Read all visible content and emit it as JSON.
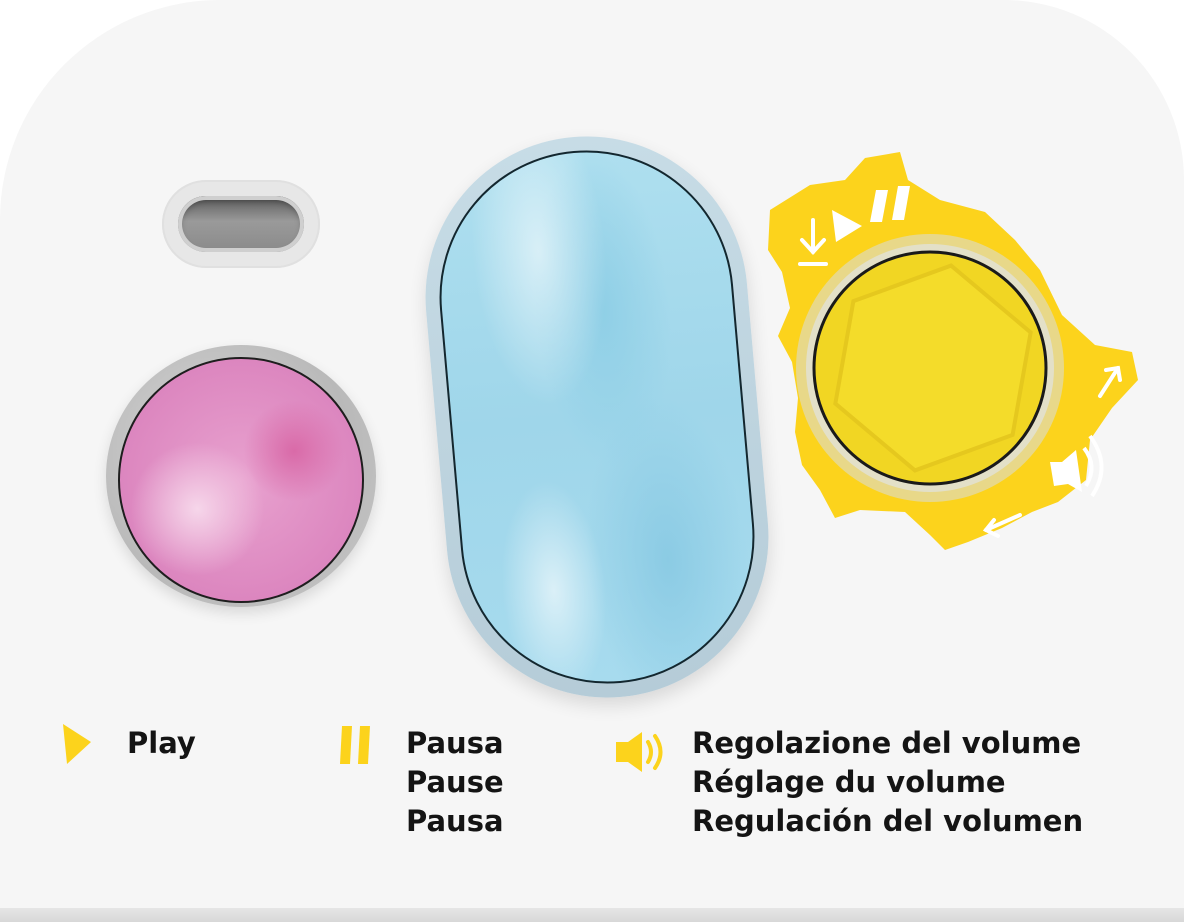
{
  "legend": {
    "play": {
      "icon": "play-icon",
      "label": "Play"
    },
    "pause": {
      "icon": "pause-icon",
      "lines": [
        "Pausa",
        "Pause",
        "Pausa"
      ]
    },
    "volume": {
      "icon": "speaker-icon",
      "lines": [
        "Regolazione del volume",
        "Réglage du volume",
        "Regulación del volumen"
      ]
    }
  },
  "colors": {
    "accent_yellow": "#fcd31c",
    "pink_button": "#e39bcc",
    "blue_button": "#a7dbee",
    "yellow_button": "#f3d92b",
    "device_body": "#f6f6f6"
  }
}
